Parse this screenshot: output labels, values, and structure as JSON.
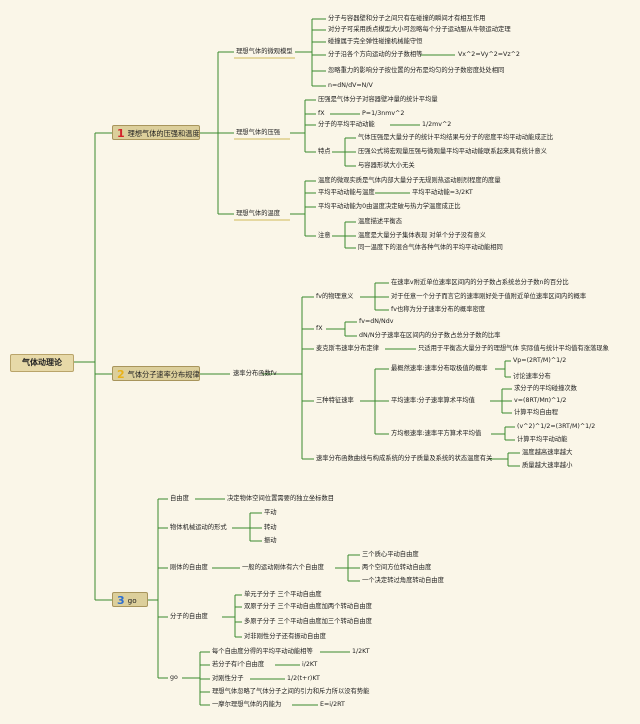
{
  "root": "气体动理论",
  "branches": [
    {
      "num": "1",
      "label": "理想气体的压强和温度",
      "color": "#d3232b"
    },
    {
      "num": "2",
      "label": "气体分子速率分布规律",
      "color": "#e8b218"
    },
    {
      "num": "3",
      "label": "go",
      "color": "#2d6fd0"
    }
  ],
  "b1": {
    "micro_model": {
      "label": "理想气体的微观模型",
      "items": [
        "分子与容器壁和分子之间只有在碰撞的瞬间才有相互作用",
        "对分子可采用质点模型大小可忽略每个分子运动服从牛顿运动定理",
        "碰撞属于完全弹性碰撞机械能守恒",
        "分子沿各个方向运动的分子数相等",
        "Vx^2=Vy^2=Vz^2",
        "忽略重力的影响分子按位置的分布是均匀的分子数密度处处相同",
        "n=dN/dV=N/V"
      ]
    },
    "pressure": {
      "label": "理想气体的压强",
      "items": [
        "压强是气体分子对容器壁冲量的统计平均量",
        "fX",
        "P=1/3nmv^2",
        "分子的平均平动动能",
        "1/2mv^2",
        "特点",
        "气体压强是大量分子的统计平均结果与分子的密度平均平动动能成正比",
        "压强公式将宏观量压强与微观量平均平动动能联系起来具有统计意义",
        "与容器形状大小无关"
      ]
    },
    "temperature": {
      "label": "理想气体的温度",
      "items": [
        "温度的微观实质是气体内部大量分子无规则热运动剧烈程度的度量",
        "平均平动动能与温度",
        "平均平动动能=3/2KT",
        "平均平动动能为0由温度决定破与热力学温度成正比",
        "注意",
        "温度描述平衡态",
        "温度是大量分子集体表现 对单个分子没有意义",
        "同一温度下的混合气体各种气体的平均平动动能相同"
      ]
    }
  },
  "b2": {
    "rate_fn": "速率分布函数fv",
    "physical": {
      "label": "fv的物理意义",
      "items": [
        "在速率v附近单位速率区间内的分子数占系统总分子数n的百分比",
        "对于任意一个分子而言它的速率刚好处于值附近单位速率区间内的概率",
        "fv也称为分子速率分布的概率密度"
      ]
    },
    "fx": {
      "label": "fX",
      "items": [
        "fv=dN/Ndv",
        "dN/N分子速率在区间内的分子数占总分子数的比率"
      ]
    },
    "maxwell": {
      "label": "麦克斯韦速率分布定律",
      "note": "只适用于平衡态大量分子的理想气体 实际值与统计平均值有涨落现象"
    },
    "three": {
      "label": "三种特征速率",
      "most_probable": {
        "label": "最概然速率:速率分布取极值的概率",
        "items": [
          "Vp=(2RT/M)^1/2",
          "讨论速率分布"
        ]
      },
      "average": {
        "label": "平均速率:分子速率算术平均值",
        "items": [
          "求分子的平均碰撞次数",
          "v=(8RT/Mπ)^1/2",
          "计算平均自由程"
        ]
      },
      "rms": {
        "label": "方均根速率:速率平方算术平均值",
        "items": [
          "(v^2)^1/2=(3RT/M)^1/2",
          "计算平均平动动能"
        ]
      }
    },
    "curve": {
      "label": "速率分布函数曲线与构成系统的分子质量及系统的状态温度有关",
      "items": [
        "温度越高速率越大",
        "质量越大速率越小"
      ]
    }
  },
  "b3": {
    "dof": {
      "label": "自由度",
      "note": "决定物体空间位置需要的独立坐标数目"
    },
    "motion": {
      "label": "物体机械运动的形式",
      "items": [
        "平动",
        "转动",
        "振动"
      ]
    },
    "rigid": {
      "label": "刚体的自由度",
      "mid": "一般的运动刚体有六个自由度",
      "items": [
        "三个质心平动自由度",
        "两个空间方位转动自由度",
        "一个决定转过角度转动自由度"
      ]
    },
    "molecule": {
      "label": "分子的自由度",
      "items": [
        "单元子分子 三个平动自由度",
        "双原子分子 三个平动自由度加两个转动自由度",
        "多原子分子 三个平动自由度加三个转动自由度",
        "对非刚性分子还有振动自由度"
      ]
    },
    "go": {
      "label": "go",
      "items": [
        {
          "text": "每个自由度分得的平均平动动能相等",
          "value": "1/2KT"
        },
        {
          "text": "若分子有i个自由度",
          "value": "i/2KT"
        },
        {
          "text": "对刚性分子",
          "value": "1/2(t+r)KT"
        },
        {
          "text": "理想气体忽略了气体分子之间的引力和斥力所以没有势能",
          "value": ""
        },
        {
          "text": "一摩尔理想气体的内能为",
          "value": "E=i/2RT"
        }
      ]
    }
  }
}
